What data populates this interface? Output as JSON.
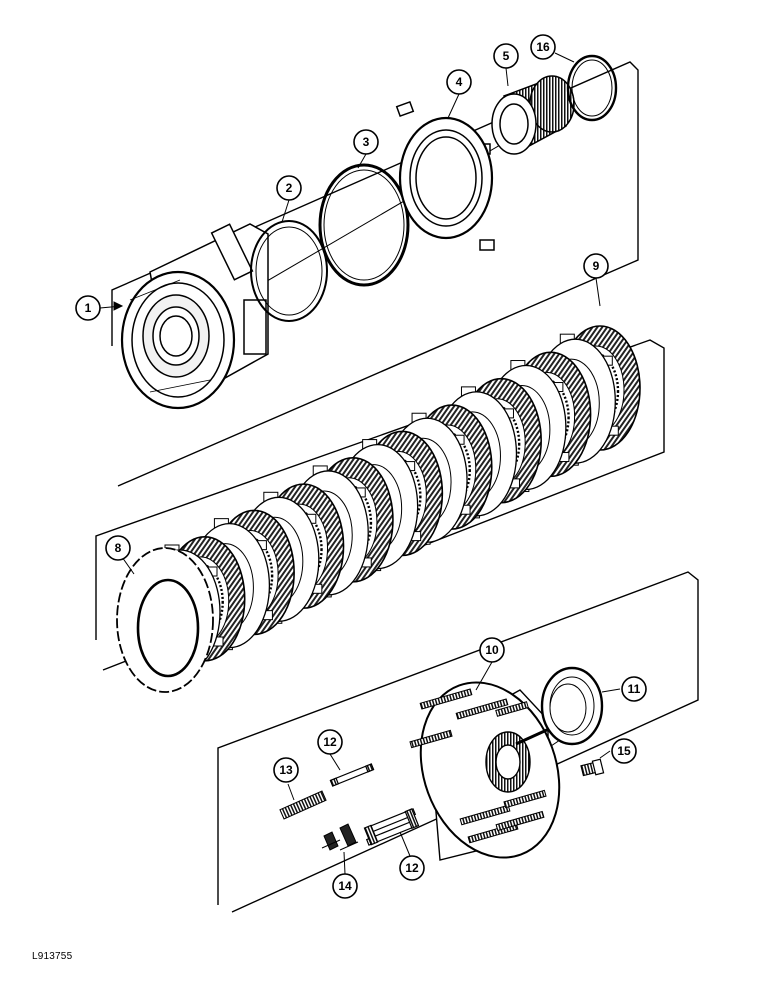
{
  "figure": {
    "reference_code": "L913755",
    "parts": [
      {
        "id": "part-1",
        "label": "1"
      },
      {
        "id": "part-2",
        "label": "2"
      },
      {
        "id": "part-3",
        "label": "3"
      },
      {
        "id": "part-4",
        "label": "4"
      },
      {
        "id": "part-5",
        "label": "5"
      },
      {
        "id": "part-16",
        "label": "16"
      },
      {
        "id": "part-9",
        "label": "9"
      },
      {
        "id": "part-8",
        "label": "8"
      },
      {
        "id": "part-10",
        "label": "10"
      },
      {
        "id": "part-11",
        "label": "11"
      },
      {
        "id": "part-15",
        "label": "15"
      },
      {
        "id": "part-12a",
        "label": "12"
      },
      {
        "id": "part-13",
        "label": "13"
      },
      {
        "id": "part-12b",
        "label": "12"
      },
      {
        "id": "part-14",
        "label": "14"
      }
    ]
  }
}
